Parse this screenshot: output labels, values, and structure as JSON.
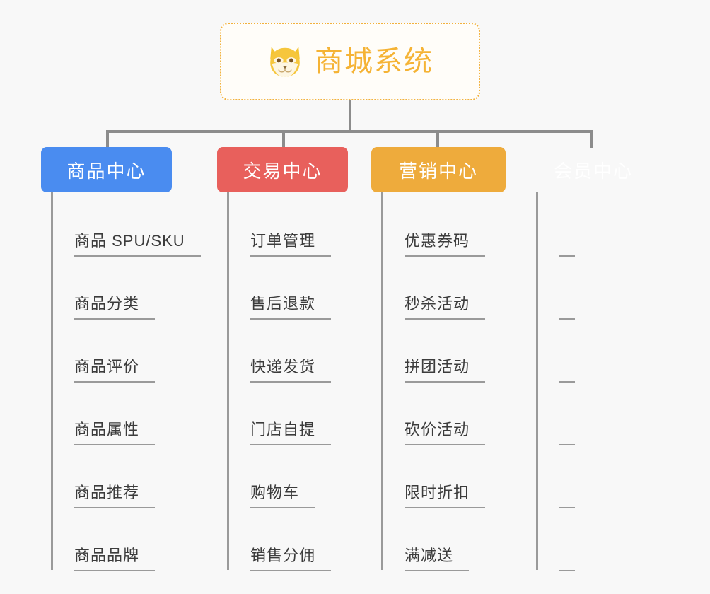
{
  "background_color": "#f8f8f8",
  "root": {
    "title": "商城系统",
    "icon": "shiba-dog-icon",
    "border_color": "#f2b13c",
    "text_color": "#f5b335"
  },
  "connector_color": "#8c8c8c",
  "columns": [
    {
      "label": "商品中心",
      "color": "#4a8cf0",
      "items": [
        "商品 SPU/SKU",
        "商品分类",
        "商品评价",
        "商品属性",
        "商品推荐",
        "商品品牌"
      ]
    },
    {
      "label": "交易中心",
      "color": "#e8605c",
      "items": [
        "订单管理",
        "售后退款",
        "快递发货",
        "门店自提",
        "购物车",
        "销售分佣"
      ]
    },
    {
      "label": "营销中心",
      "color": "#eeab3c",
      "items": [
        "优惠券码",
        "秒杀活动",
        "拼团活动",
        "砍价活动",
        "限时折扣",
        "满减送"
      ]
    },
    {
      "label": "会员中心",
      "color": "#79c councils"
    }
  ]
}
